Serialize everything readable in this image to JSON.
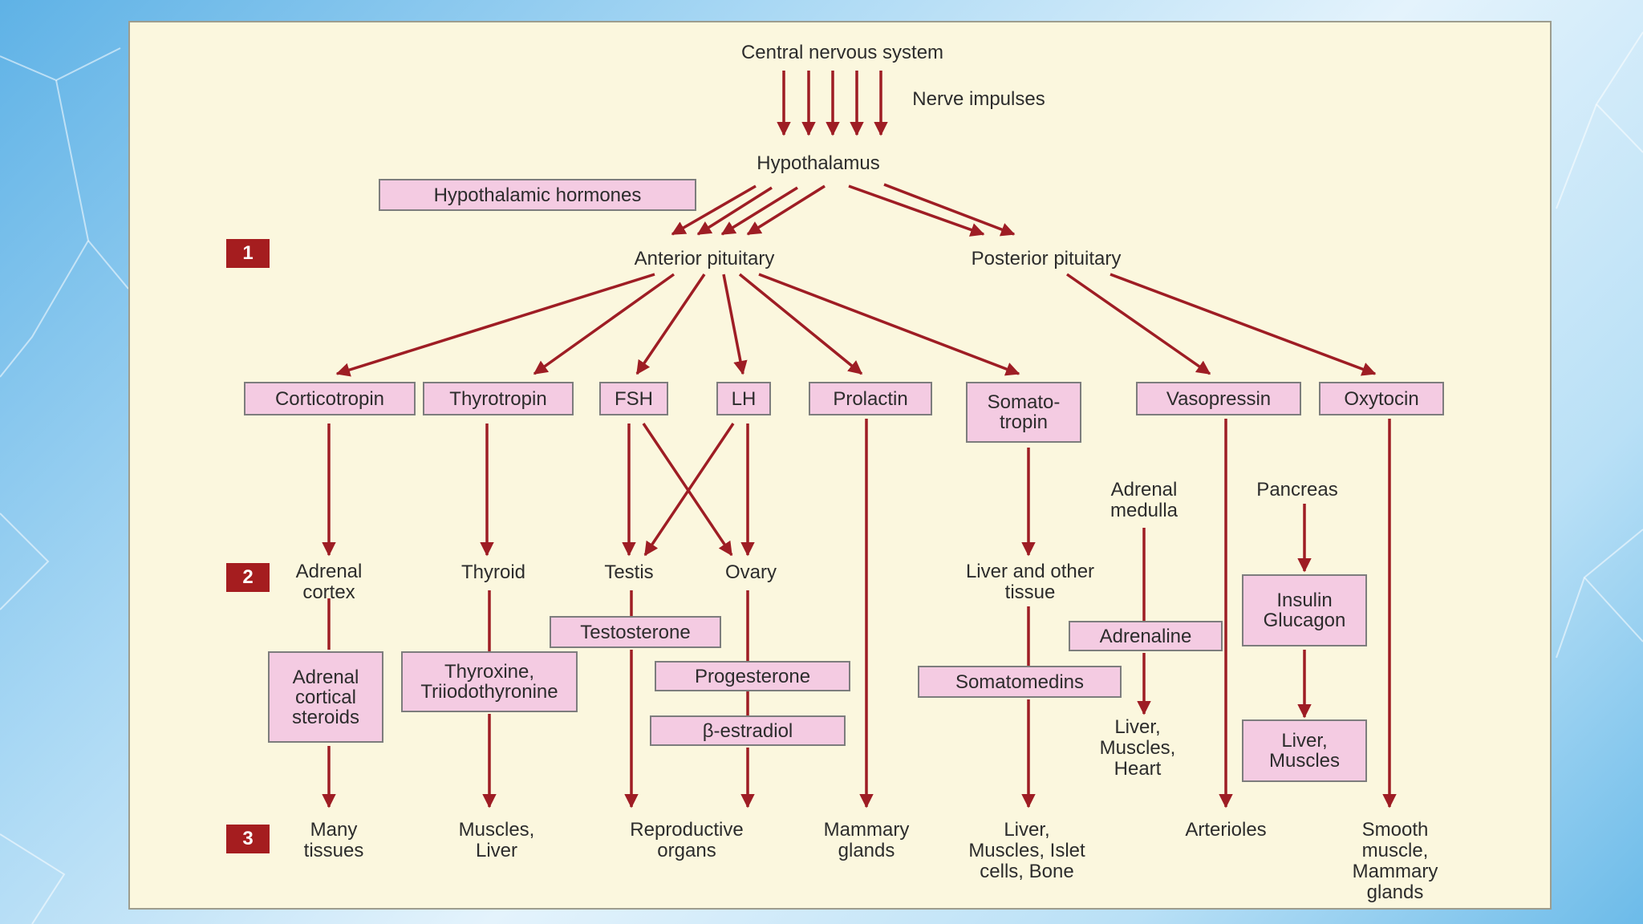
{
  "colors": {
    "arrow": "#9e1d24",
    "box_fill": "#f4cbe2",
    "step_fill": "#a51d1f",
    "panel": "#fbf7de"
  },
  "top": {
    "cns": "Central nervous system",
    "nerve_impulses": "Nerve impulses",
    "hypothalamus": "Hypothalamus",
    "hypothalamic_hormones": "Hypothalamic hormones",
    "anterior_pituitary": "Anterior pituitary",
    "posterior_pituitary": "Posterior pituitary"
  },
  "steps": [
    "1",
    "2",
    "3"
  ],
  "hormones": {
    "corticotropin": "Corticotropin",
    "thyrotropin": "Thyrotropin",
    "fsh": "FSH",
    "lh": "LH",
    "prolactin": "Prolactin",
    "somatotropin": "Somato-\ntropin",
    "vasopressin": "Vasopressin",
    "oxytocin": "Oxytocin"
  },
  "glands": {
    "adrenal_cortex": "Adrenal\ncortex",
    "thyroid": "Thyroid",
    "testis": "Testis",
    "ovary": "Ovary",
    "liver_other": "Liver and other\ntissue",
    "adrenal_medulla": "Adrenal\nmedulla",
    "pancreas": "Pancreas"
  },
  "secondary": {
    "adrenal_steroids": "Adrenal\ncortical\nsteroids",
    "thyroxine": "Thyroxine,\nTriiodothyronine",
    "testosterone": "Testosterone",
    "progesterone": "Progesterone",
    "estradiol": "β-estradiol",
    "somatomedins": "Somatomedins",
    "adrenaline": "Adrenaline",
    "insulin_glucagon": "Insulin\nGlucagon",
    "liver_muscles_box": "Liver,\nMuscles",
    "liver_muscles_heart": "Liver,\nMuscles,\nHeart"
  },
  "targets": {
    "many_tissues": "Many\ntissues",
    "muscles_liver": "Muscles,\nLiver",
    "reproductive": "Reproductive\norgans",
    "mammary": "Mammary\nglands",
    "liver_bone": "Liver,\nMuscles, Islet\ncells, Bone",
    "arterioles": "Arterioles",
    "smooth_muscle": "Smooth\nmuscle,\nMammary\nglands"
  }
}
